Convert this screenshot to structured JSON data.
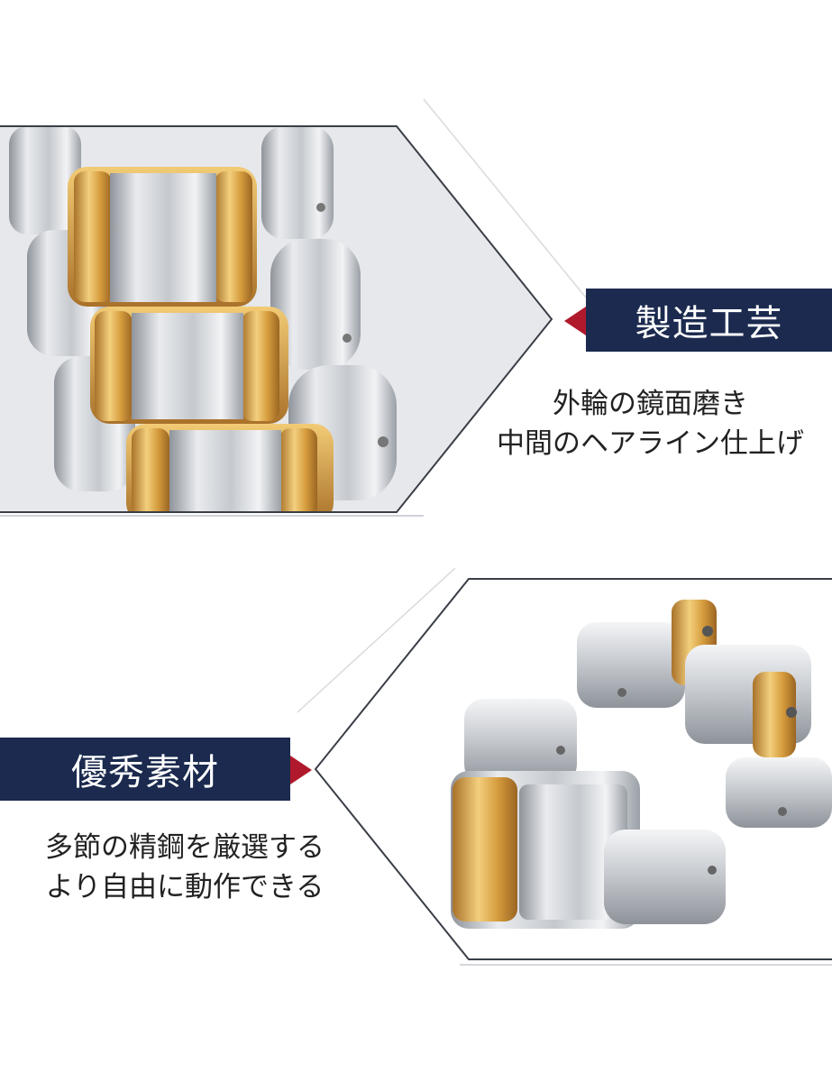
{
  "section_top": {
    "heading": "製造工芸",
    "caption_lines": [
      "外輪の鏡面磨き",
      "中間のヘアライン仕上げ"
    ]
  },
  "section_bottom": {
    "heading": "優秀素材",
    "caption_lines": [
      "多節の精鋼を厳選する",
      "より自由に動作できる"
    ]
  },
  "colors": {
    "banner_bg": "#1b2a4e",
    "accent_red": "#b0192c",
    "steel": "#c9ccd1",
    "gold": "#d4a24a"
  }
}
